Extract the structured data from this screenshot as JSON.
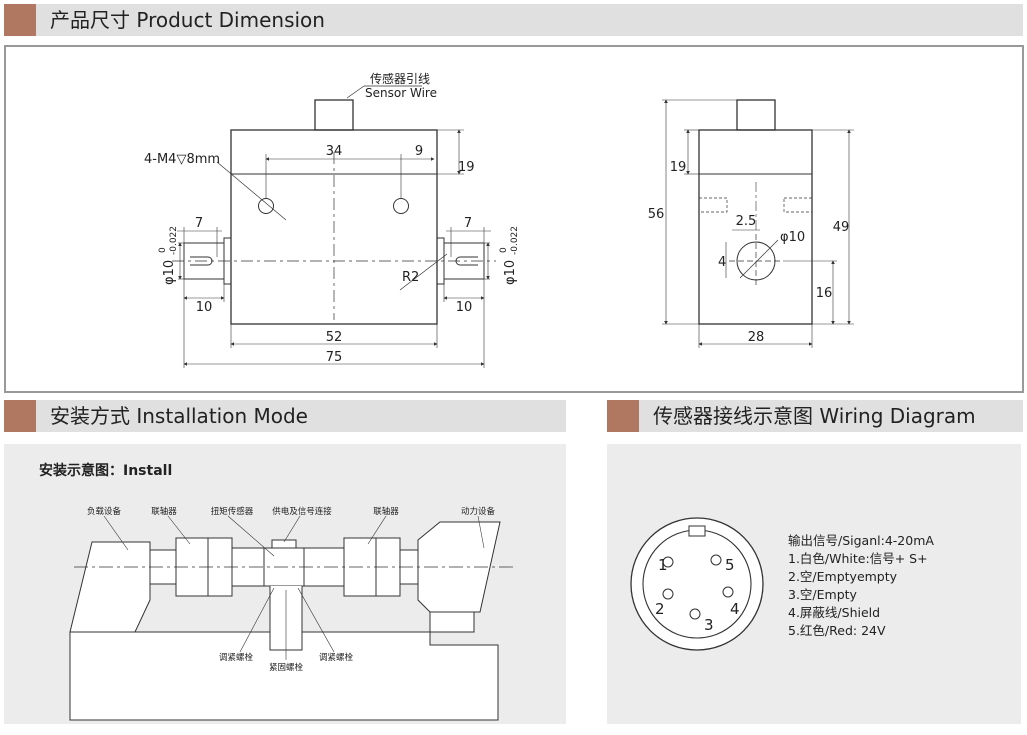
{
  "sections": {
    "dimension": {
      "title": "产品尺寸 Product Dimension"
    },
    "installation": {
      "title": "安装方式 Installation Mode",
      "subtitle": "安装示意图：Install"
    },
    "wiring": {
      "title": "传感器接线示意图 Wiring Diagram"
    }
  },
  "dimension": {
    "sensor_wire_cn": "传感器引线",
    "sensor_wire_en": "Sensor Wire",
    "front": {
      "thread": "4-M4▽8mm",
      "d34": "34",
      "d9": "9",
      "d19": "19",
      "d7_left": "7",
      "d7_right": "7",
      "shaft_left": "φ10",
      "shaft_tol": "-0.022",
      "shaft_zero": "0",
      "shaft_right": "φ10",
      "r2": "R2",
      "d10_left": "10",
      "d10_right": "10",
      "d52": "52",
      "d75": "75"
    },
    "side": {
      "d56": "56",
      "d19": "19",
      "d49": "49",
      "d2_5": "2.5",
      "d_phi10": "φ10",
      "d4": "4",
      "d16": "16",
      "d28": "28"
    }
  },
  "installation": {
    "labels": {
      "load": "负载设备",
      "coupling_left": "联轴器",
      "torque_sensor": "扭矩传感器",
      "power_signal": "供电及信号连接",
      "coupling_right": "联轴器",
      "power_device": "动力设备",
      "adjust_left": "调紧螺栓",
      "tighten": "紧固螺栓",
      "adjust_right": "调紧螺栓"
    }
  },
  "wiring": {
    "pins": [
      "1",
      "2",
      "3",
      "4",
      "5"
    ],
    "lines": [
      "输出信号/Siganl:4-20mA",
      "1.白色/White:信号+ S+",
      "2.空/Emptyempty",
      "3.空/Empty",
      "4.屏蔽线/Shield",
      "5.红色/Red: 24V"
    ]
  }
}
